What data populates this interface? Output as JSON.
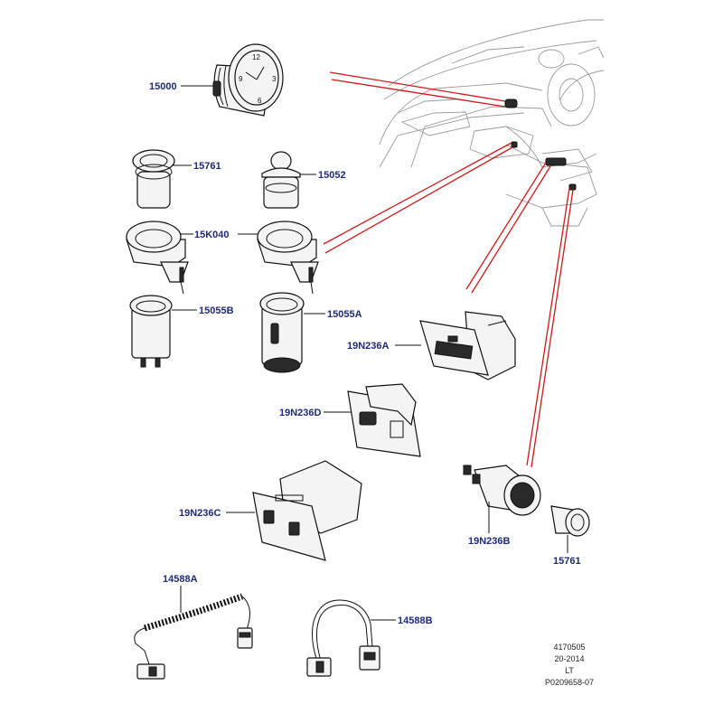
{
  "parts": [
    {
      "id": "clock",
      "label": "15000"
    },
    {
      "id": "plug-left",
      "label": "15761"
    },
    {
      "id": "plug-knob",
      "label": "15052"
    },
    {
      "id": "socket-bracket",
      "label": "15K040"
    },
    {
      "id": "socket-long",
      "label": "15055B"
    },
    {
      "id": "socket-body",
      "label": "15055A"
    },
    {
      "id": "usb-a",
      "label": "19N236A"
    },
    {
      "id": "usb-d",
      "label": "19N236D"
    },
    {
      "id": "usb-c",
      "label": "19N236C"
    },
    {
      "id": "socket-round",
      "label": "19N236B"
    },
    {
      "id": "plug-right",
      "label": "15761"
    },
    {
      "id": "cable-coiled",
      "label": "14588A"
    },
    {
      "id": "cable-short",
      "label": "14588B"
    }
  ],
  "footer": {
    "line1": "4170505",
    "line2": "20-2014",
    "line3": "LT",
    "line4": "P0209658-07"
  },
  "colors": {
    "label": "#1f2a78",
    "callout": "#cc1a1a",
    "outline": "#111111"
  }
}
